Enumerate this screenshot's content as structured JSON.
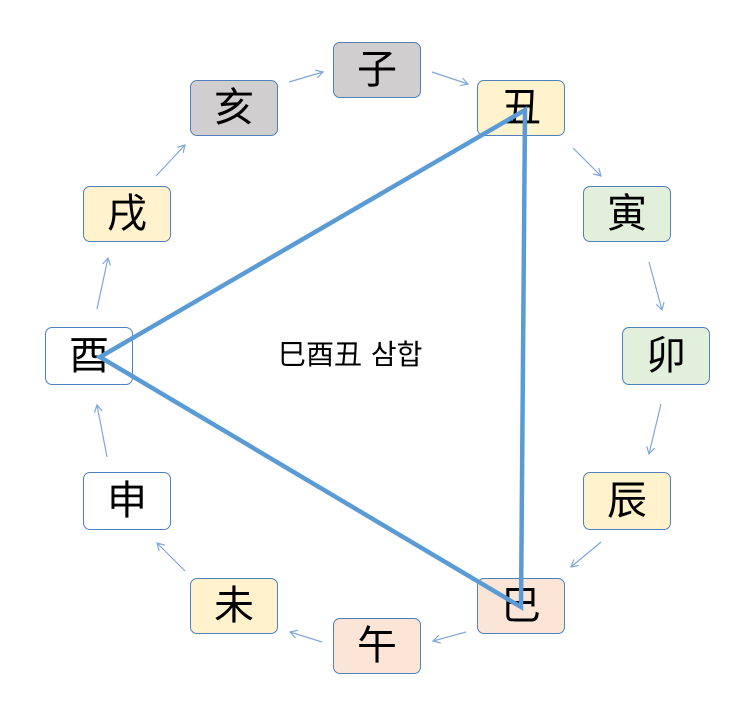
{
  "diagram": {
    "center_label": "巳酉丑 삼합",
    "colors": {
      "gray": "#d0cece",
      "yellow": "#fff2cc",
      "green": "#e2efda",
      "peach": "#fbe5d6",
      "white": "#ffffff",
      "border": "#4f81bd",
      "triangle": "#5b9bd5",
      "arrow": "#7fa7d8"
    },
    "nodes": [
      {
        "id": "zi",
        "label": "子",
        "fill": "gray"
      },
      {
        "id": "chou",
        "label": "丑",
        "fill": "yellow"
      },
      {
        "id": "yin",
        "label": "寅",
        "fill": "green"
      },
      {
        "id": "mao",
        "label": "卯",
        "fill": "green"
      },
      {
        "id": "chen",
        "label": "辰",
        "fill": "yellow"
      },
      {
        "id": "si",
        "label": "巳",
        "fill": "peach"
      },
      {
        "id": "wu",
        "label": "午",
        "fill": "peach"
      },
      {
        "id": "wei",
        "label": "未",
        "fill": "yellow"
      },
      {
        "id": "shen",
        "label": "申",
        "fill": "white"
      },
      {
        "id": "you",
        "label": "酉",
        "fill": "white"
      },
      {
        "id": "xu",
        "label": "戌",
        "fill": "yellow"
      },
      {
        "id": "hai",
        "label": "亥",
        "fill": "gray"
      }
    ],
    "triangle": [
      "chou",
      "si",
      "you"
    ]
  }
}
